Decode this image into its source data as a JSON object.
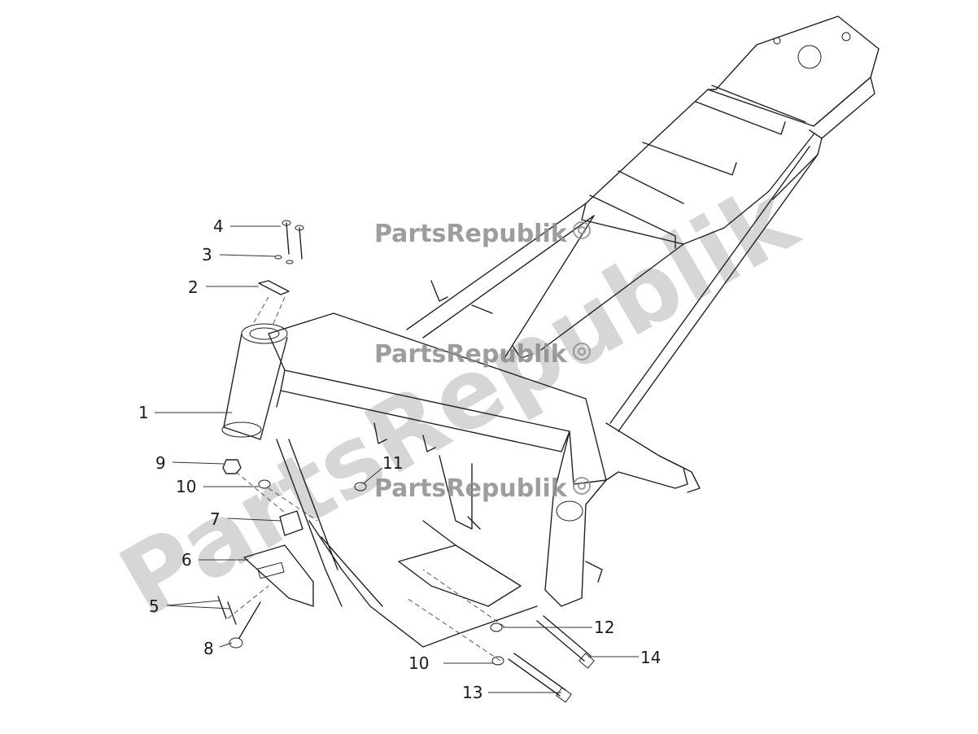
{
  "watermarks": {
    "brand": "PartsRepublik",
    "diagonal": "PartsRepublik"
  },
  "part_labels": {
    "p1": "1",
    "p2": "2",
    "p3": "3",
    "p4": "4",
    "p5": "5",
    "p6": "6",
    "p7": "7",
    "p8": "8",
    "p9": "9",
    "p10a": "10",
    "p10b": "10",
    "p11": "11",
    "p12": "12",
    "p13": "13",
    "p14": "14"
  },
  "icons": {
    "watermark_logo": "gear-icon"
  },
  "colors": {
    "line": "#222222",
    "watermark": "#b5b5b5"
  }
}
